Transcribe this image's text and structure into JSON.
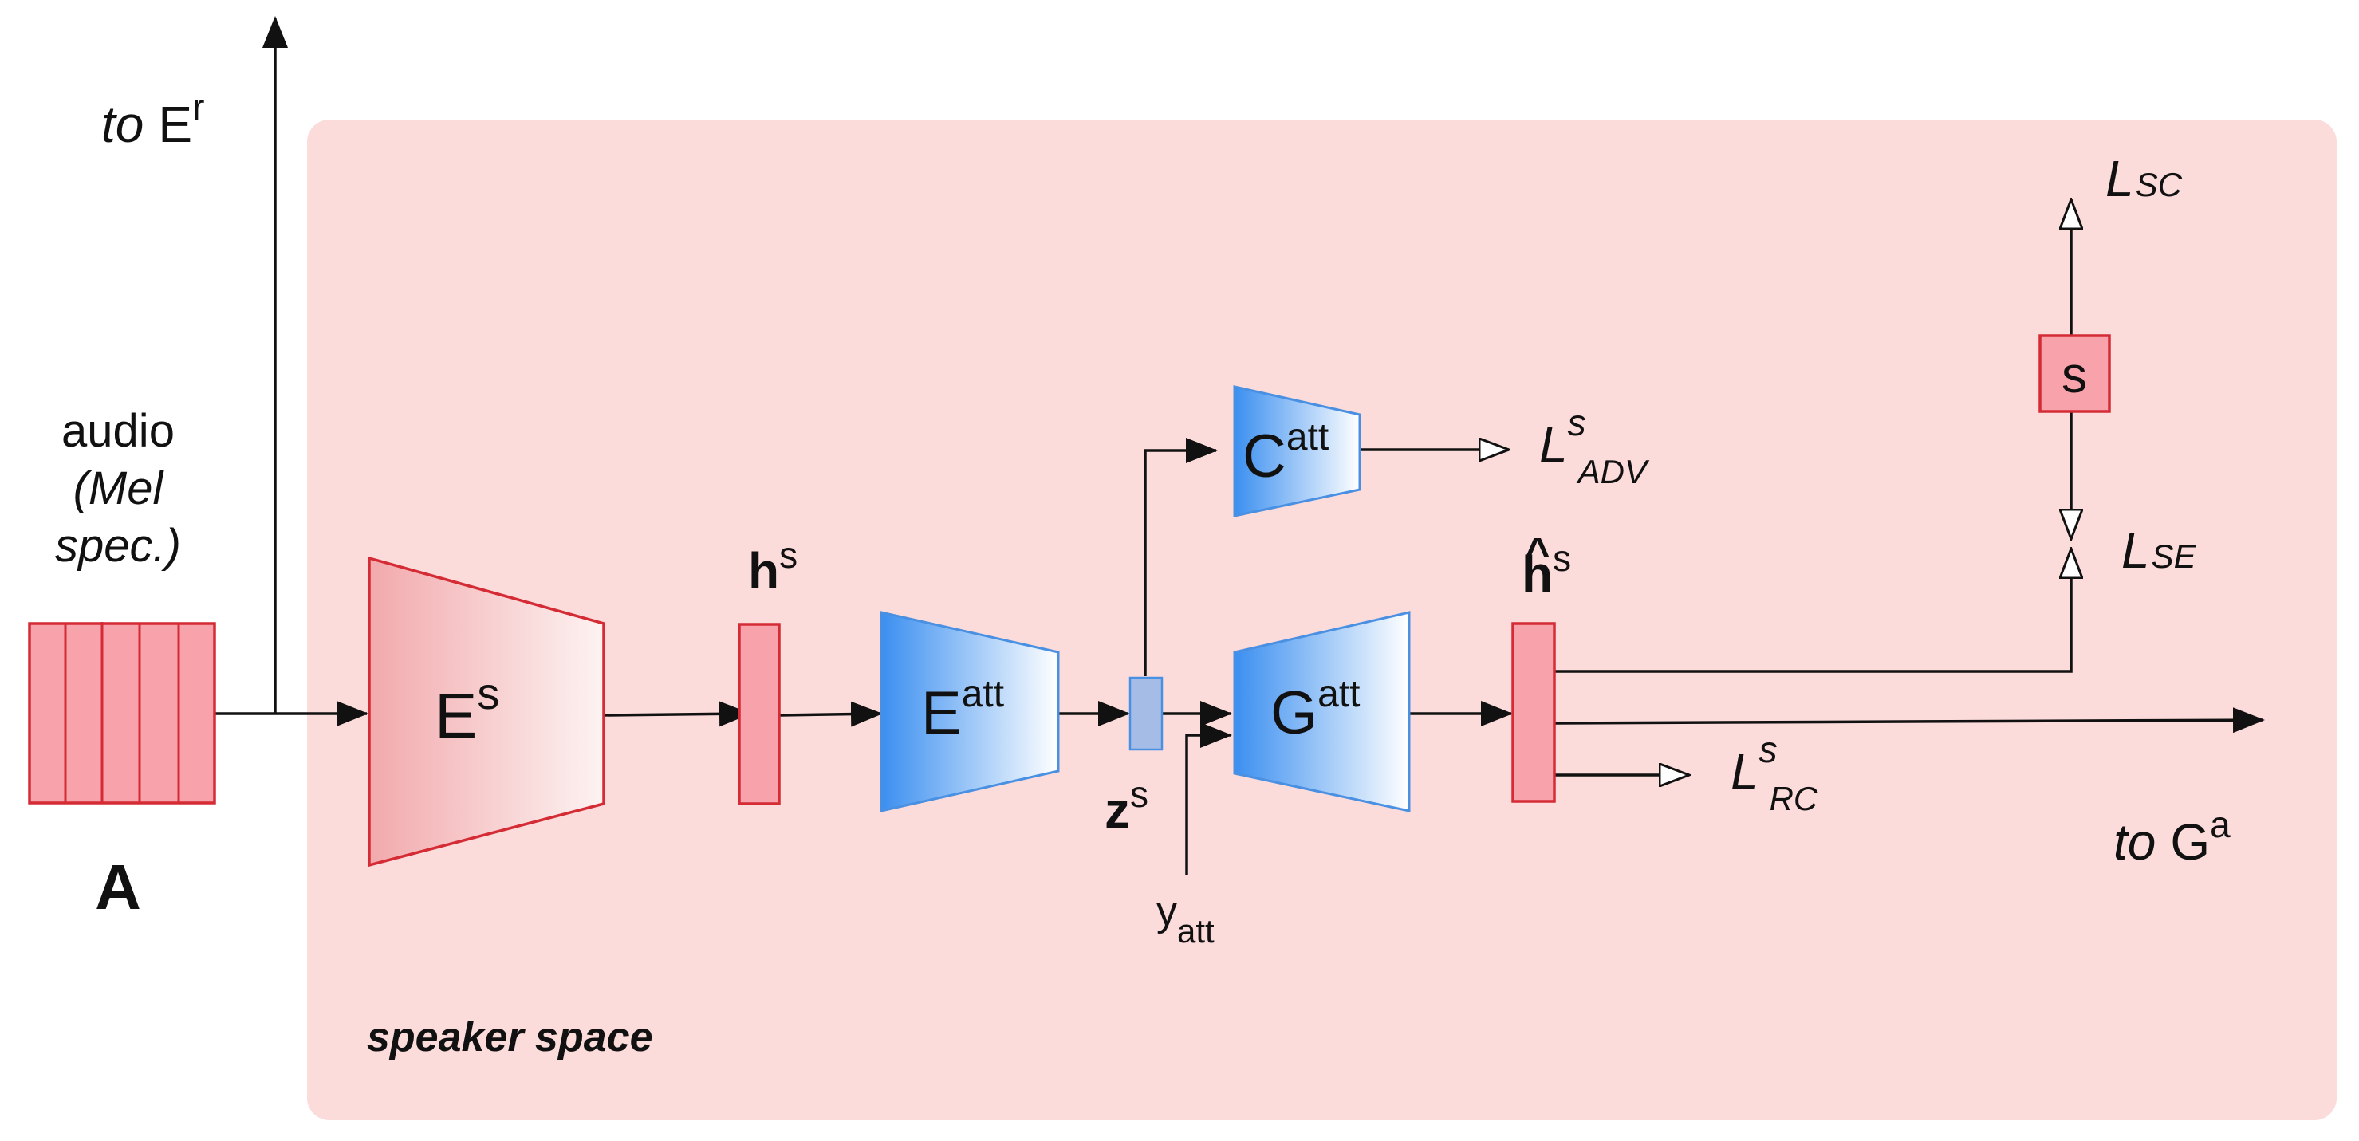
{
  "diagram": {
    "region_label": "speaker space",
    "input": {
      "caption_line1": "audio",
      "caption_line2": "(Mel",
      "caption_line3": "spec.)",
      "label": "A"
    },
    "outputs": {
      "to_er_prefix": "to",
      "to_er_base": "E",
      "to_er_sup": "r",
      "to_ga_prefix": "to",
      "to_ga_base": "G",
      "to_ga_sup": "a"
    },
    "encoder_s": {
      "base": "E",
      "sup": "s"
    },
    "h_s": {
      "base": "h",
      "sup": "s"
    },
    "encoder_att": {
      "base": "E",
      "sup": "att"
    },
    "z_s": {
      "base": "z",
      "sup": "s"
    },
    "y_att": {
      "base": "y",
      "sub": "att"
    },
    "classifier_att": {
      "base": "C",
      "sup": "att"
    },
    "generator_att": {
      "base": "G",
      "sup": "att"
    },
    "h_hat_s": {
      "hat": "^",
      "base": "h",
      "sup": "s"
    },
    "speaker_box": {
      "label": "s"
    },
    "losses": {
      "adv": {
        "base": "L",
        "sup": "s",
        "sub": "ADV"
      },
      "rc": {
        "base": "L",
        "sup": "s",
        "sub": "RC"
      },
      "sc": {
        "base": "L",
        "sub": "SC"
      },
      "se": {
        "base": "L",
        "sub": "SE"
      }
    },
    "colors": {
      "region_fill": "#fcdbdb",
      "pink_fill": "#f8a3ab",
      "pink_stroke": "#d42b35",
      "blue_dark": "#3b8ff0",
      "blue_stroke": "#4a90e2",
      "z_fill": "#a5bde6"
    }
  }
}
